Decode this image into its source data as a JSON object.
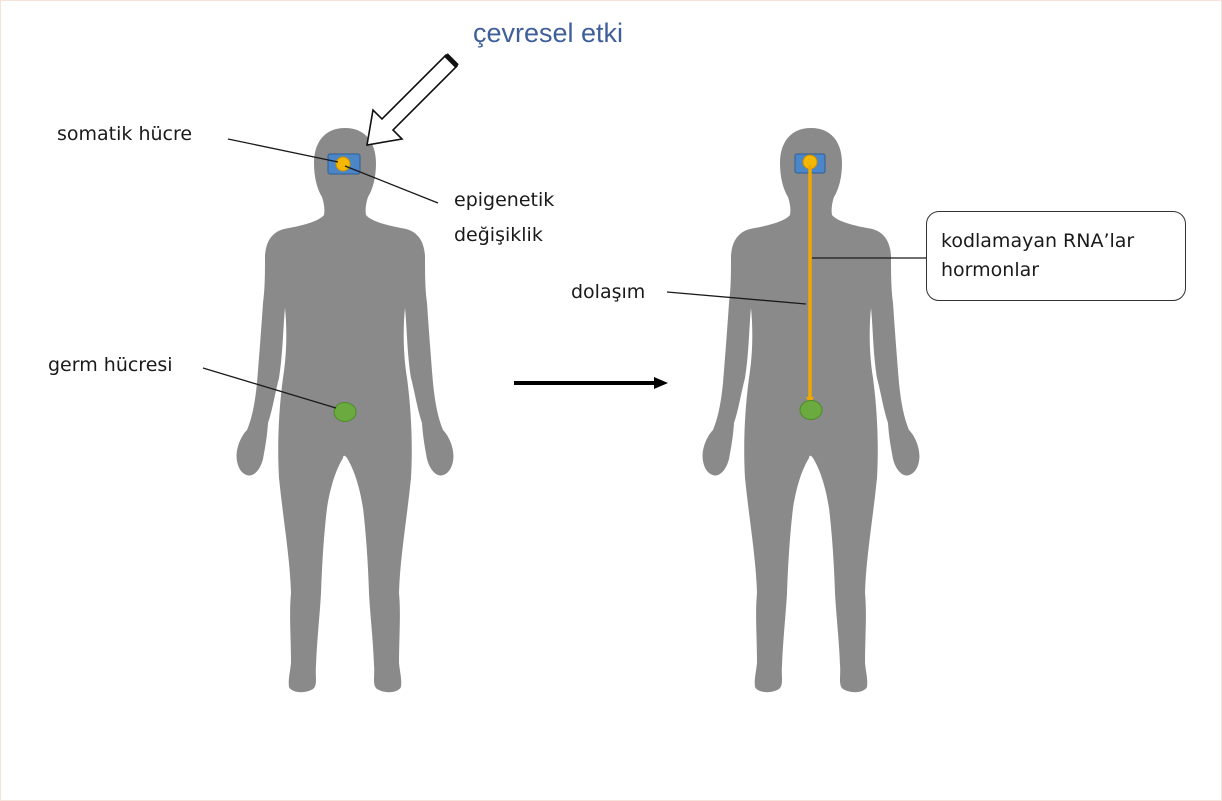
{
  "title": "çevresel etki",
  "labels": {
    "somatic_cell": "somatik hücre",
    "epigenetic_change_line1": "epigenetik",
    "epigenetic_change_line2": "değişiklik",
    "germ_cell": "germ hücresi",
    "circulation": "dolaşım"
  },
  "callout": {
    "line1": "kodlamayan RNA’lar",
    "line2": "hormonlar"
  },
  "colors": {
    "title": "#3f5f9a",
    "body_silhouette": "#8a8a8a",
    "somatic_box": "#4a86c8",
    "somatic_cell": "#f5b800",
    "germ_cell": "#6aaa3e",
    "circulation_line": "#f0a800"
  }
}
